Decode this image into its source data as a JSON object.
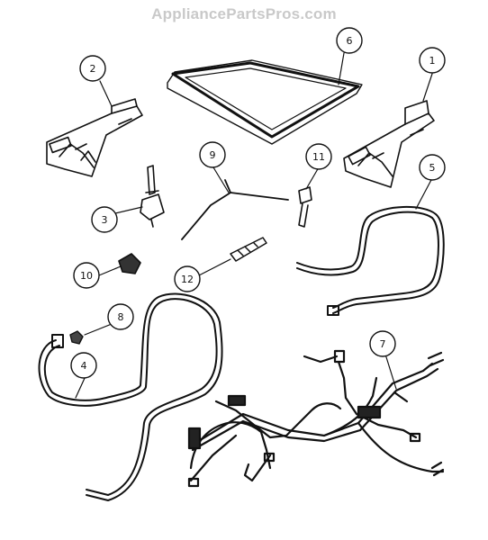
{
  "watermark": "AppliancePartsPros.com",
  "callouts": [
    "1",
    "2",
    "3",
    "4",
    "5",
    "6",
    "7",
    "8",
    "9",
    "10",
    "11",
    "12"
  ]
}
